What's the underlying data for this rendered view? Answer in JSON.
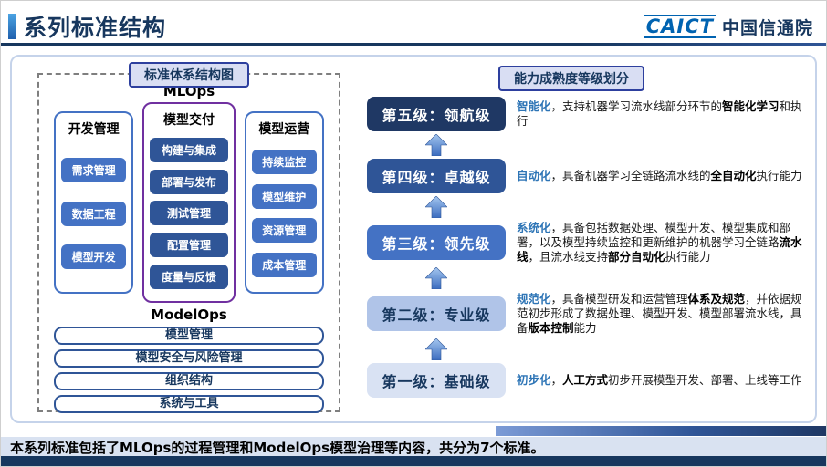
{
  "header": {
    "title": "系列标准结构",
    "logo_en": "CAICT",
    "logo_cn": "中国信通院"
  },
  "left_panel": {
    "badge": "标准体系结构图",
    "mlops_label": "MLOps",
    "modelops_label": "ModelOps",
    "columns": [
      {
        "title": "开发管理",
        "items": [
          "需求管理",
          "数据工程",
          "模型开发"
        ]
      },
      {
        "title": "模型交付",
        "items": [
          "构建与集成",
          "部署与发布",
          "测试管理",
          "配置管理",
          "度量与反馈"
        ]
      },
      {
        "title": "模型运营",
        "items": [
          "持续监控",
          "模型维护",
          "资源管理",
          "成本管理"
        ]
      }
    ],
    "bars": [
      "模型管理",
      "模型安全与风险管理",
      "组织结构",
      "系统与工具"
    ]
  },
  "right_panel": {
    "badge": "能力成熟度等级划分",
    "levels": [
      {
        "label": "第五级：领航级",
        "box_bg": "#1F3864",
        "box_fg": "#FFFFFF",
        "segments": [
          {
            "t": "智能化",
            "s": "kw"
          },
          {
            "t": "，支持机器学习流水线部分环节的",
            "s": "n"
          },
          {
            "t": "智能化学习",
            "s": "b"
          },
          {
            "t": "和执行",
            "s": "n"
          }
        ]
      },
      {
        "label": "第四级：卓越级",
        "box_bg": "#2F5597",
        "box_fg": "#FFFFFF",
        "segments": [
          {
            "t": "自动化",
            "s": "kw"
          },
          {
            "t": "，具备机器学习全链路流水线的",
            "s": "n"
          },
          {
            "t": "全自动化",
            "s": "b"
          },
          {
            "t": "执行能力",
            "s": "n"
          }
        ]
      },
      {
        "label": "第三级：领先级",
        "box_bg": "#4472C4",
        "box_fg": "#FFFFFF",
        "segments": [
          {
            "t": "系统化",
            "s": "kw"
          },
          {
            "t": "，具备包括数据处理、模型开发、模型集成和部署，以及模型持续监控和更新维护的机器学习全链路",
            "s": "n"
          },
          {
            "t": "流水线",
            "s": "b"
          },
          {
            "t": "，且流水线支持",
            "s": "n"
          },
          {
            "t": "部分自动化",
            "s": "b"
          },
          {
            "t": "执行能力",
            "s": "n"
          }
        ]
      },
      {
        "label": "第二级：专业级",
        "box_bg": "#B0C4E8",
        "box_fg": "#17375E",
        "segments": [
          {
            "t": "规范化",
            "s": "kw"
          },
          {
            "t": "，具备模型研发和运营管理",
            "s": "n"
          },
          {
            "t": "体系及规范",
            "s": "b"
          },
          {
            "t": "，并依据规范初步形成了数据处理、模型开发、模型部署流水线，具备",
            "s": "n"
          },
          {
            "t": "版本控制",
            "s": "b"
          },
          {
            "t": "能力",
            "s": "n"
          }
        ]
      },
      {
        "label": "第一级：基础级",
        "box_bg": "#D9E2F3",
        "box_fg": "#17375E",
        "segments": [
          {
            "t": "初步化",
            "s": "kw"
          },
          {
            "t": "，",
            "s": "n"
          },
          {
            "t": "人工方式",
            "s": "b"
          },
          {
            "t": "初步开展模型开发、部署、上线等工作",
            "s": "n"
          }
        ]
      }
    ]
  },
  "footer": {
    "text": "本系列标准包括了MLOps的过程管理和ModelOps模型治理等内容，共分为7个标准。"
  },
  "colors": {
    "accent_dark": "#17375E",
    "process_blue": "#4472C4",
    "delivery_blue": "#2F5597",
    "delivery_border_purple": "#7030A0",
    "keyword_blue": "#2E75B6",
    "badge_bg": "#D9DEF3",
    "footer_band_bg": "#D9E2F1"
  }
}
